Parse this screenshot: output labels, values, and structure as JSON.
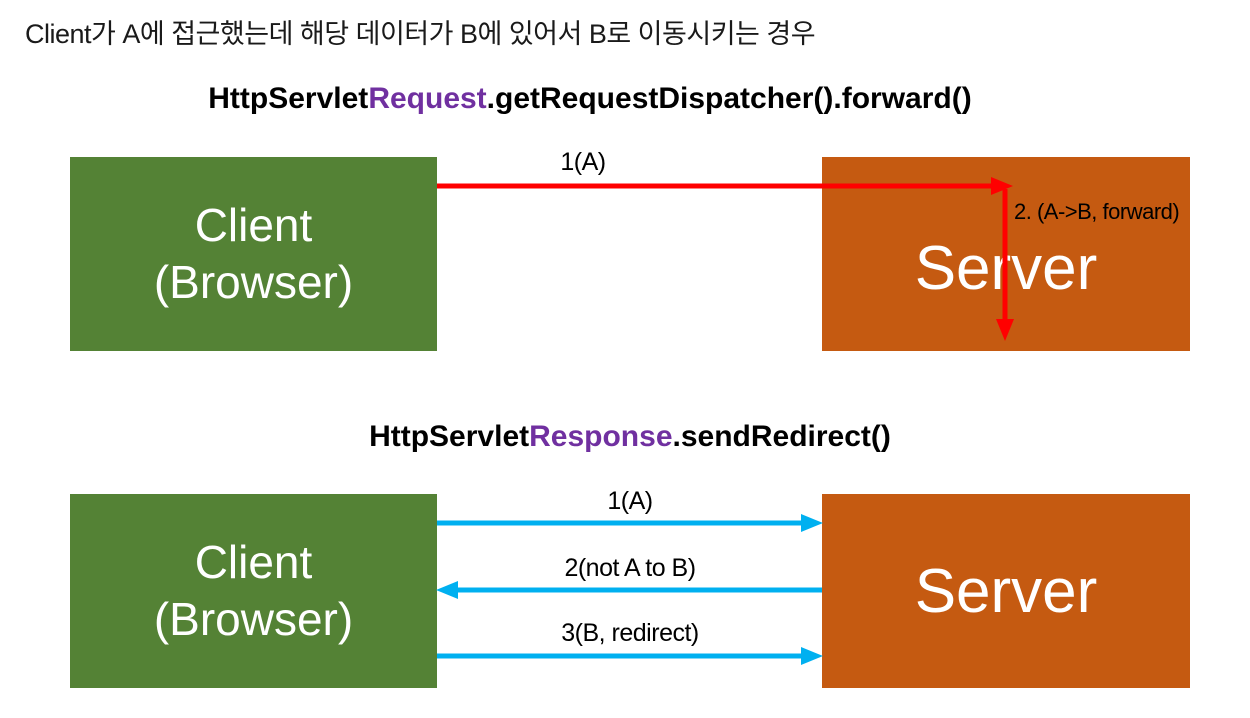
{
  "slide": {
    "title": "Client가 A에 접근했는데 해당 데이터가 B에 있어서 B로 이동시키는 경우"
  },
  "colors": {
    "client_box_green": "#548235",
    "server_box_orange": "#C55A11",
    "forward_arrow_red": "#FF0000",
    "redirect_arrow_blue": "#00B0F0",
    "method_highlight_purple": "#7030A0"
  },
  "forward_diagram": {
    "heading_prefix": "HttpServlet",
    "heading_highlight": "Request",
    "heading_suffix": ".getRequestDispatcher().forward()",
    "client_line1": "Client",
    "client_line2": "(Browser)",
    "server_label": "Server",
    "request_arrow_label": "1(A)",
    "forward_arrow_label": "2. (A->B, forward)"
  },
  "redirect_diagram": {
    "heading_prefix": "HttpServlet",
    "heading_highlight": "Response",
    "heading_suffix": ".sendRedirect()",
    "client_line1": "Client",
    "client_line2": "(Browser)",
    "server_label": "Server",
    "arrow1_label": "1(A)",
    "arrow2_label": "2(not A to B)",
    "arrow3_label": "3(B, redirect)"
  }
}
